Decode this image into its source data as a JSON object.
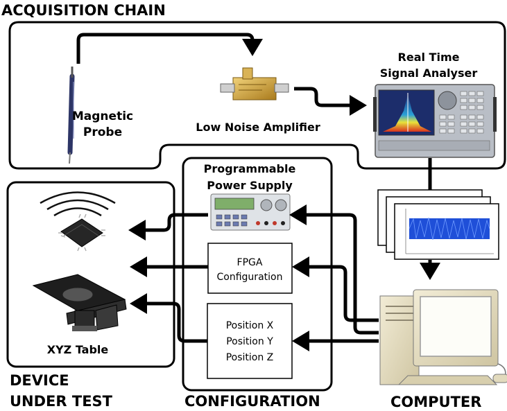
{
  "sections": {
    "acquisition_chain": "ACQUISITION CHAIN",
    "device_under_test": [
      "DEVICE",
      "UNDER TEST"
    ],
    "configuration": "CONFIGURATION",
    "computer": "COMPUTER"
  },
  "labels": {
    "magnetic_probe": [
      "Magnetic",
      "Probe"
    ],
    "low_noise_amplifier": "Low Noise Amplifier",
    "signal_analyser": [
      "Real Time",
      "Signal Analyser"
    ],
    "power_supply": [
      "Programmable",
      "Power Supply"
    ],
    "xyz_table": "XYZ Table"
  },
  "boxes": {
    "fpga": [
      "FPGA",
      "Configuration"
    ],
    "position": [
      "Position X",
      "Position Y",
      "Position Z"
    ]
  },
  "colors": {
    "line": "#000000",
    "analyser_body": "#b9bec6",
    "spectrum_background": "#1c2d6b",
    "trace_blue": "#1f4fd8",
    "amplifier_gold": "#c99a2e",
    "computer_beige": "#e6ddc0"
  },
  "icons": [
    "magnetic-probe-icon",
    "amplifier-icon",
    "signal-analyser-icon",
    "power-supply-icon",
    "chip-icon",
    "wireless-waves-icon",
    "xyz-table-icon",
    "waveform-plots-icon",
    "computer-icon"
  ]
}
